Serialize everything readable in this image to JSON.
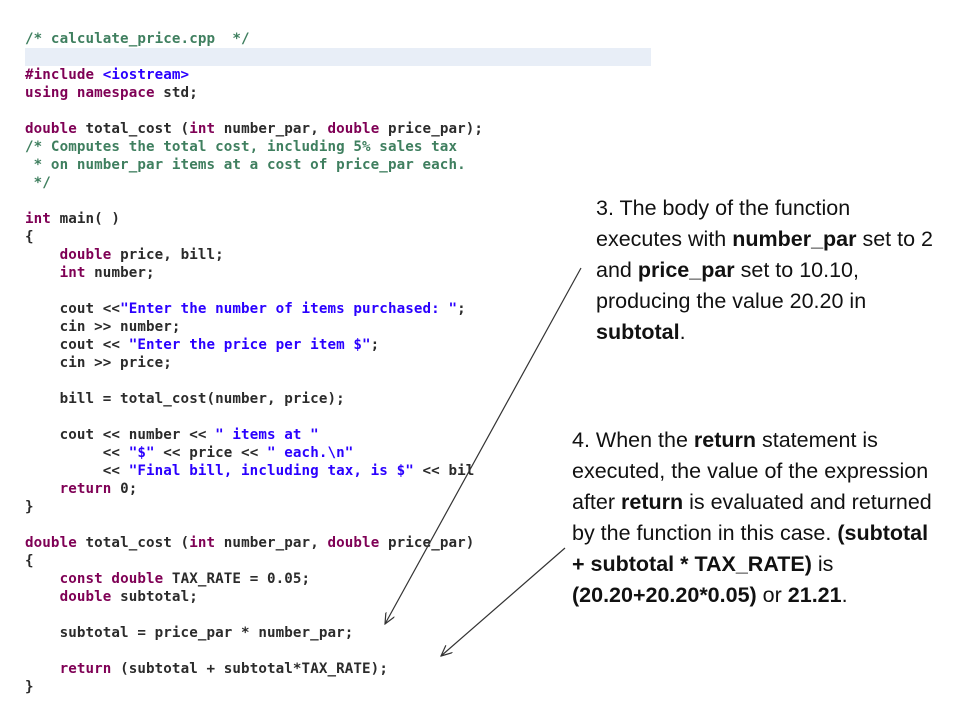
{
  "code": {
    "filename": "calculate_price.cpp",
    "lines": [
      [
        [
          "c",
          "/* calculate_price.cpp  */"
        ]
      ],
      [
        [
          "n",
          ""
        ]
      ],
      [
        [
          "k",
          "#include "
        ],
        [
          "s",
          "<iostream>"
        ]
      ],
      [
        [
          "k",
          "using namespace "
        ],
        [
          "n",
          "std;"
        ]
      ],
      [
        [
          "n",
          ""
        ]
      ],
      [
        [
          "k",
          "double "
        ],
        [
          "n",
          "total_cost ("
        ],
        [
          "k",
          "int "
        ],
        [
          "n",
          "number_par, "
        ],
        [
          "k",
          "double "
        ],
        [
          "n",
          "price_par);"
        ]
      ],
      [
        [
          "c",
          "/* Computes the total cost, including 5% sales tax"
        ]
      ],
      [
        [
          "c",
          " * on number_par items at a cost of price_par each."
        ]
      ],
      [
        [
          "c",
          " */"
        ]
      ],
      [
        [
          "n",
          ""
        ]
      ],
      [
        [
          "k",
          "int "
        ],
        [
          "n",
          "main( )"
        ]
      ],
      [
        [
          "n",
          "{"
        ]
      ],
      [
        [
          "n",
          "    "
        ],
        [
          "k",
          "double "
        ],
        [
          "n",
          "price, bill;"
        ]
      ],
      [
        [
          "n",
          "    "
        ],
        [
          "k",
          "int "
        ],
        [
          "n",
          "number;"
        ]
      ],
      [
        [
          "n",
          ""
        ]
      ],
      [
        [
          "n",
          "    cout <<"
        ],
        [
          "s",
          "\"Enter the number of items purchased: \""
        ],
        [
          "n",
          ";"
        ]
      ],
      [
        [
          "n",
          "    cin >> number;"
        ]
      ],
      [
        [
          "n",
          "    cout << "
        ],
        [
          "s",
          "\"Enter the price per item $\""
        ],
        [
          "n",
          ";"
        ]
      ],
      [
        [
          "n",
          "    cin >> price;"
        ]
      ],
      [
        [
          "n",
          ""
        ]
      ],
      [
        [
          "n",
          "    bill = total_cost(number, price);"
        ]
      ],
      [
        [
          "n",
          ""
        ]
      ],
      [
        [
          "n",
          "    cout << number << "
        ],
        [
          "s",
          "\" items at \""
        ]
      ],
      [
        [
          "n",
          "         << "
        ],
        [
          "s",
          "\"$\""
        ],
        [
          "n",
          " << price << "
        ],
        [
          "s",
          "\" each.\\n\""
        ]
      ],
      [
        [
          "n",
          "         << "
        ],
        [
          "s",
          "\"Final bill, including tax, is $\""
        ],
        [
          "n",
          " << bil"
        ]
      ],
      [
        [
          "n",
          "    "
        ],
        [
          "k",
          "return "
        ],
        [
          "n",
          "0;"
        ]
      ],
      [
        [
          "n",
          "}"
        ]
      ],
      [
        [
          "n",
          ""
        ]
      ],
      [
        [
          "k",
          "double "
        ],
        [
          "n",
          "total_cost ("
        ],
        [
          "k",
          "int "
        ],
        [
          "n",
          "number_par, "
        ],
        [
          "k",
          "double "
        ],
        [
          "n",
          "price_par)"
        ]
      ],
      [
        [
          "n",
          "{"
        ]
      ],
      [
        [
          "n",
          "    "
        ],
        [
          "k",
          "const double "
        ],
        [
          "n",
          "TAX_RATE = 0.05;"
        ]
      ],
      [
        [
          "n",
          "    "
        ],
        [
          "k",
          "double "
        ],
        [
          "n",
          "subtotal;"
        ]
      ],
      [
        [
          "n",
          ""
        ]
      ],
      [
        [
          "n",
          "    subtotal = price_par * number_par;"
        ]
      ],
      [
        [
          "n",
          ""
        ]
      ],
      [
        [
          "n",
          "    "
        ],
        [
          "k",
          "return "
        ],
        [
          "n",
          "(subtotal + subtotal*TAX_RATE);"
        ]
      ],
      [
        [
          "n",
          "}"
        ]
      ]
    ]
  },
  "notes": {
    "note3": [
      [
        "t",
        "3. The body of the function executes with "
      ],
      [
        "b",
        "number_par"
      ],
      [
        "t",
        " set to 2 and "
      ],
      [
        "b",
        "price_par"
      ],
      [
        "t",
        " set to 10.10, producing the value 20.20 in "
      ],
      [
        "b",
        "subtotal"
      ],
      [
        "t",
        "."
      ]
    ],
    "note4": [
      [
        "t",
        "4. When the "
      ],
      [
        "b",
        "return"
      ],
      [
        "t",
        " statement is executed, the value of the expression after "
      ],
      [
        "b",
        "return"
      ],
      [
        "t",
        " is evaluated and returned by the function in this case. "
      ],
      [
        "b",
        "(subtotal + subtotal * TAX_RATE)"
      ],
      [
        "t",
        " is "
      ],
      [
        "b",
        "(20.20+20.20*0.05)"
      ],
      [
        "t",
        " or "
      ],
      [
        "b",
        "21.21"
      ],
      [
        "t",
        "."
      ]
    ]
  },
  "colors": {
    "keyword": "#7f0055",
    "comment": "#3f7f5f",
    "string": "#2a00ff",
    "highlight": "#e8eef7"
  }
}
